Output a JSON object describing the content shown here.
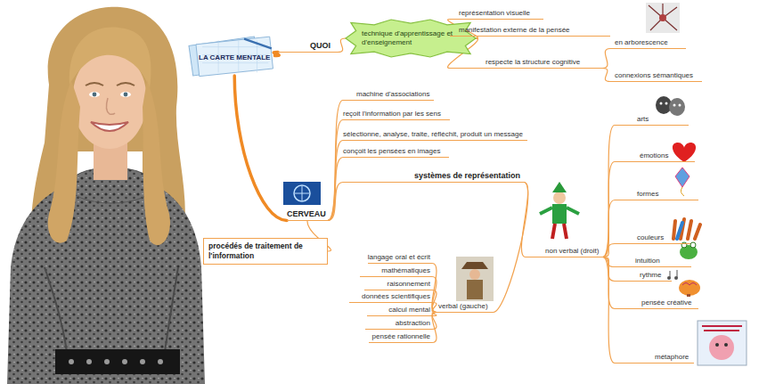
{
  "diagram": {
    "nodes": [
      {
        "text": [
          "LA CARTE MENTALE"
        ]
      },
      {
        "text": [
          "QUOI"
        ]
      },
      {
        "text": [
          "technique d'apprentissage et d'enseignement"
        ]
      },
      {
        "text": [
          "représentation visuelle"
        ]
      },
      {
        "text": [
          "manifestation externe de la pensée"
        ]
      },
      {
        "text": [
          "respecte la structure cognitive"
        ]
      },
      {
        "text": [
          "en arborescence"
        ]
      },
      {
        "text": [
          "connexions sémantiques"
        ]
      },
      {
        "text": [
          "CERVEAU"
        ]
      },
      {
        "text": [
          "machine d'associations"
        ]
      },
      {
        "text": [
          "reçoit l'information par les sens"
        ]
      },
      {
        "text": [
          "sélectionne, analyse, traite, réfléchit, produit un message"
        ]
      },
      {
        "text": [
          "conçoit les pensées en images"
        ]
      },
      {
        "text": [
          "systèmes de représentation"
        ]
      },
      {
        "text": [
          "procédés de traitement de l'information"
        ]
      },
      {
        "text": [
          "verbal (gauche)"
        ]
      },
      {
        "text": [
          "langage oral et écrit"
        ]
      },
      {
        "text": [
          "mathématiques"
        ]
      },
      {
        "text": [
          "raisonnement"
        ]
      },
      {
        "text": [
          "données scientifiques"
        ]
      },
      {
        "text": [
          "calcul mental"
        ]
      },
      {
        "text": [
          "abstraction"
        ]
      },
      {
        "text": [
          "pensée rationnelle"
        ]
      },
      {
        "text": [
          "non verbal (droit)"
        ]
      },
      {
        "text": [
          "arts"
        ]
      },
      {
        "text": [
          "émotions"
        ]
      },
      {
        "text": [
          "formes"
        ]
      },
      {
        "text": [
          "couleurs"
        ]
      },
      {
        "text": [
          "intuition"
        ]
      },
      {
        "text": [
          "rythme"
        ]
      },
      {
        "text": [
          "pensée créative"
        ]
      },
      {
        "text": [
          "métaphore"
        ]
      }
    ],
    "edges": [
      {
        "from": 0,
        "to": 1,
        "arrow": "none"
      },
      {
        "from": 0,
        "to": 8,
        "arrow": "none"
      },
      {
        "from": 1,
        "to": 2,
        "arrow": "none"
      },
      {
        "from": 2,
        "to": 3,
        "arrow": "none"
      },
      {
        "from": 2,
        "to": 4,
        "arrow": "none"
      },
      {
        "from": 2,
        "to": 5,
        "arrow": "none"
      },
      {
        "from": 5,
        "to": 6,
        "arrow": "none"
      },
      {
        "from": 5,
        "to": 7,
        "arrow": "none"
      },
      {
        "from": 8,
        "to": 9,
        "arrow": "none"
      },
      {
        "from": 8,
        "to": 10,
        "arrow": "none"
      },
      {
        "from": 8,
        "to": 11,
        "arrow": "none"
      },
      {
        "from": 8,
        "to": 12,
        "arrow": "none"
      },
      {
        "from": 8,
        "to": 13,
        "arrow": "none"
      },
      {
        "from": 8,
        "to": 14,
        "arrow": "none"
      },
      {
        "from": 13,
        "to": 15,
        "arrow": "none"
      },
      {
        "from": 13,
        "to": 23,
        "arrow": "none"
      },
      {
        "from": 15,
        "to": 16,
        "arrow": "none"
      },
      {
        "from": 15,
        "to": 17,
        "arrow": "none"
      },
      {
        "from": 15,
        "to": 18,
        "arrow": "none"
      },
      {
        "from": 15,
        "to": 19,
        "arrow": "none"
      },
      {
        "from": 15,
        "to": 20,
        "arrow": "none"
      },
      {
        "from": 15,
        "to": 21,
        "arrow": "none"
      },
      {
        "from": 15,
        "to": 22,
        "arrow": "none"
      },
      {
        "from": 23,
        "to": 24,
        "arrow": "none"
      },
      {
        "from": 23,
        "to": 25,
        "arrow": "none"
      },
      {
        "from": 23,
        "to": 26,
        "arrow": "none"
      },
      {
        "from": 23,
        "to": 27,
        "arrow": "none"
      },
      {
        "from": 23,
        "to": 28,
        "arrow": "none"
      },
      {
        "from": 23,
        "to": 29,
        "arrow": "none"
      },
      {
        "from": 23,
        "to": 30,
        "arrow": "none"
      },
      {
        "from": 23,
        "to": 31,
        "arrow": "none"
      }
    ]
  }
}
